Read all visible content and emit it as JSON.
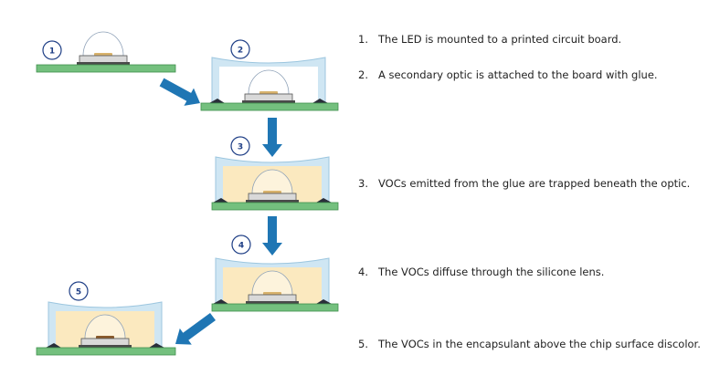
{
  "colors": {
    "board": "#74c07e",
    "board_edge": "#3f8f4c",
    "optic_fill": "#cfe6f3",
    "optic_edge": "#9cc6df",
    "voc_fill": "#fbe9bf",
    "arrow": "#1f76b4",
    "badge_border": "#1f3f86",
    "badge_text": "#1f3f86",
    "led_body": "#d9d9d9",
    "led_edge": "#555555",
    "chip": "#d8b26b",
    "chip_discolored": "#8a5a2b",
    "glue": "#2a2f3a"
  },
  "steps": [
    {
      "badge": "1",
      "number": "1.",
      "text": "The LED is mounted to a printed circuit board."
    },
    {
      "badge": "2",
      "number": "2.",
      "text": "A secondary optic is attached to the board with glue."
    },
    {
      "badge": "3",
      "number": "3.",
      "text": "VOCs emitted from the glue are trapped beneath the optic."
    },
    {
      "badge": "4",
      "number": "4.",
      "text": "The VOCs diffuse through the silicone lens."
    },
    {
      "badge": "5",
      "number": "5.",
      "text": "The VOCs in the encapsulant above the chip surface discolor."
    }
  ]
}
